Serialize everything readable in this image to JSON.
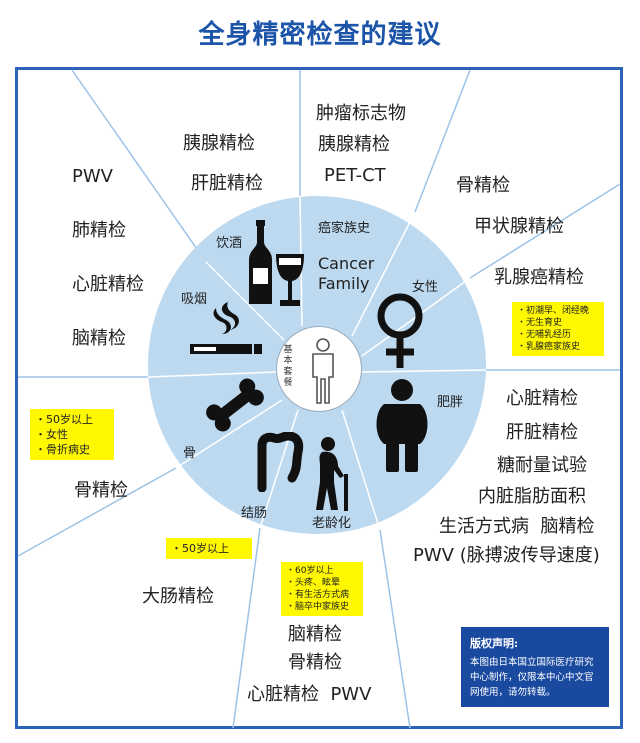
{
  "title": "全身精密检查的建议",
  "center": {
    "label": "基本套餐"
  },
  "categories": {
    "drinking": "饮酒",
    "family": "癌家族史",
    "family_en": "Cancer\nFamily",
    "female": "女性",
    "smoking": "吸烟",
    "obesity": "肥胖",
    "bone": "骨",
    "intestine": "结肠",
    "elderly": "老龄化"
  },
  "exams": {
    "drinking": [
      "胰腺精检",
      "肝脏精检"
    ],
    "family": [
      "肿瘤标志物",
      "胰腺精检",
      "PET-CT"
    ],
    "female": [
      "骨精检",
      "甲状腺精检",
      "乳腺癌精检"
    ],
    "smoking": [
      "PWV",
      "肺精检",
      "心脏精检",
      "脑精检"
    ],
    "obesity": [
      "心脏精检",
      "肝脏精检",
      "糖耐量试验",
      "内脏脂肪面积",
      "生活方式病  脑精检",
      "PWV (脉搏波传导速度)"
    ],
    "bone": [
      "骨精检"
    ],
    "intestine": [
      "大肠精检"
    ],
    "elderly": [
      "脑精检",
      "骨精检",
      "心脏精检  PWV"
    ]
  },
  "notes": {
    "female": [
      "・初潮早、闭经晚",
      "・无生育史",
      "・无哺乳经历",
      "・乳腺癌家族史"
    ],
    "bone": [
      "・50岁以上",
      "・女性",
      "・骨折病史"
    ],
    "intestine": [
      "・50岁以上"
    ],
    "elderly": [
      "・60岁以上",
      "・头疼、眩晕",
      "・有生活方式病",
      "・脑卒中家族史"
    ]
  },
  "copyright": {
    "heading": "版权声明:",
    "body": "本图由日本国立国际医疗研究中心制作，仅限本中心中文官网使用，请勿转载。"
  },
  "colors": {
    "title": "#1b54a8",
    "frame": "#2e62b8",
    "disc": "#bcd9f0",
    "note": "#fff800",
    "copyright_bg": "#1a4aa0"
  }
}
